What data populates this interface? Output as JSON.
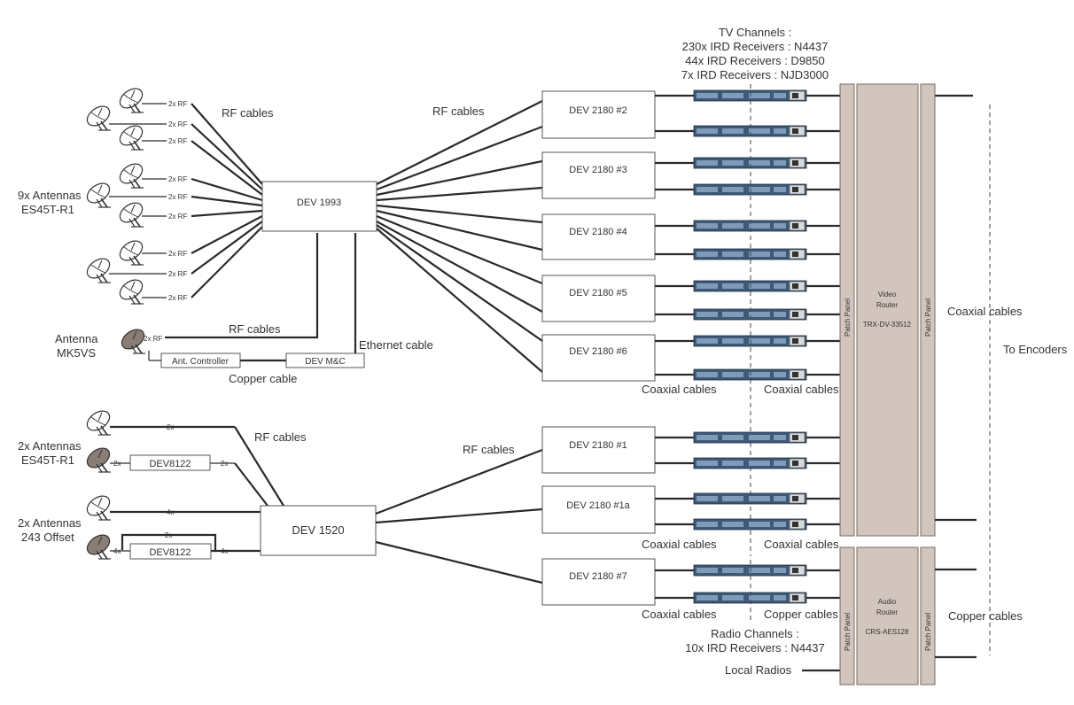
{
  "labels": {
    "tv_title": "TV Channels :",
    "tv_line1": "230x IRD Receivers : N4437",
    "tv_line2": "44x IRD Receivers : D9850",
    "tv_line3": "7x IRD Receivers : NJD3000",
    "rf_cables": "RF cables",
    "antennas_9_line1": "9x Antennas",
    "antennas_9_line2": "ES45T-R1",
    "antenna_mk5_line1": "Antenna",
    "antenna_mk5_line2": "MK5VS",
    "ethernet_cable": "Ethernet cable",
    "copper_cable": "Copper cable",
    "antennas_2a_line1": "2x Antennas",
    "antennas_2a_line2": "ES45T-R1",
    "antennas_2b_line1": "2x Antennas",
    "antennas_2b_line2": "243 Offset",
    "coaxial_cables": "Coaxial cables",
    "copper_cables": "Copper cables",
    "copper_cables_single": "Copper cables",
    "to_encoders": "To Encoders",
    "radio_title": "Radio Channels :",
    "radio_line1": "10x IRD Receivers : N4437",
    "local_radios": "Local Radios",
    "two_x_rf": "2x RF",
    "two_x": "2x",
    "four_x": "4x"
  },
  "devices": {
    "dev1993": "DEV 1993",
    "dev1520": "DEV 1520",
    "ant_controller": "Ant. Controller",
    "dev_mc": "DEV M&C",
    "dev8122_a": "DEV8122",
    "dev8122_b": "DEV8122",
    "dev2180_2": "DEV 2180 #2",
    "dev2180_3": "DEV 2180 #3",
    "dev2180_4": "DEV 2180 #4",
    "dev2180_5": "DEV 2180 #5",
    "dev2180_6": "DEV 2180 #6",
    "dev2180_1": "DEV 2180 #1",
    "dev2180_1a": "DEV 2180 #1a",
    "dev2180_7": "DEV 2180 #7"
  },
  "routers": {
    "video_line1": "Video",
    "video_line2": "Router",
    "video_model": "TRX-DV-33512",
    "audio_line1": "Audio",
    "audio_line2": "Router",
    "audio_model": "CRS-AES128",
    "patch_panel": "Patch Panel"
  },
  "colors": {
    "receiver": "#3d5a78",
    "patch_panel": "#d2c5bd",
    "antenna_dark": "#8a7d75"
  }
}
